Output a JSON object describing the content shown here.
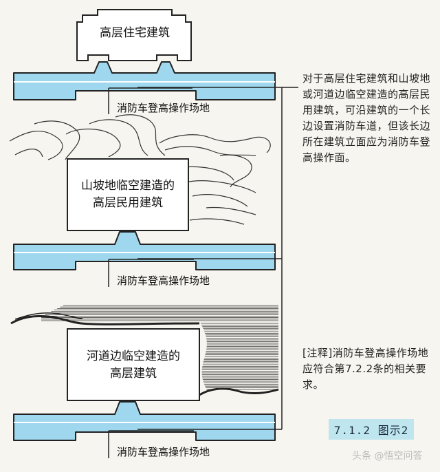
{
  "panels": [
    {
      "building_label": "高层住宅建筑",
      "area_label": "消防车登高操作场地"
    },
    {
      "building_label_line1": "山坡地临空建造的",
      "building_label_line2": "高层民用建筑",
      "area_label": "消防车登高操作场地"
    },
    {
      "building_label_line1": "河道边临空建造的",
      "building_label_line2": "高层建筑",
      "area_label": "消防车登高操作场地"
    }
  ],
  "note_text": "对于高层住宅建筑和山坡地或河道边临空建造的高层民用建筑，可沿建筑的一个长边设置消防车道，但该长边所在建筑立面应为消防车登高操作面。",
  "remark_text": "[注释]消防车登高操作场地应符合第7.2.2条的相关要求。",
  "figure_label": "7.1.2 图示2",
  "watermark": "头条 @悟空问答",
  "colors": {
    "road": "#9fd8ee",
    "outline": "#222222",
    "label_bg": "#bfe6ef"
  }
}
